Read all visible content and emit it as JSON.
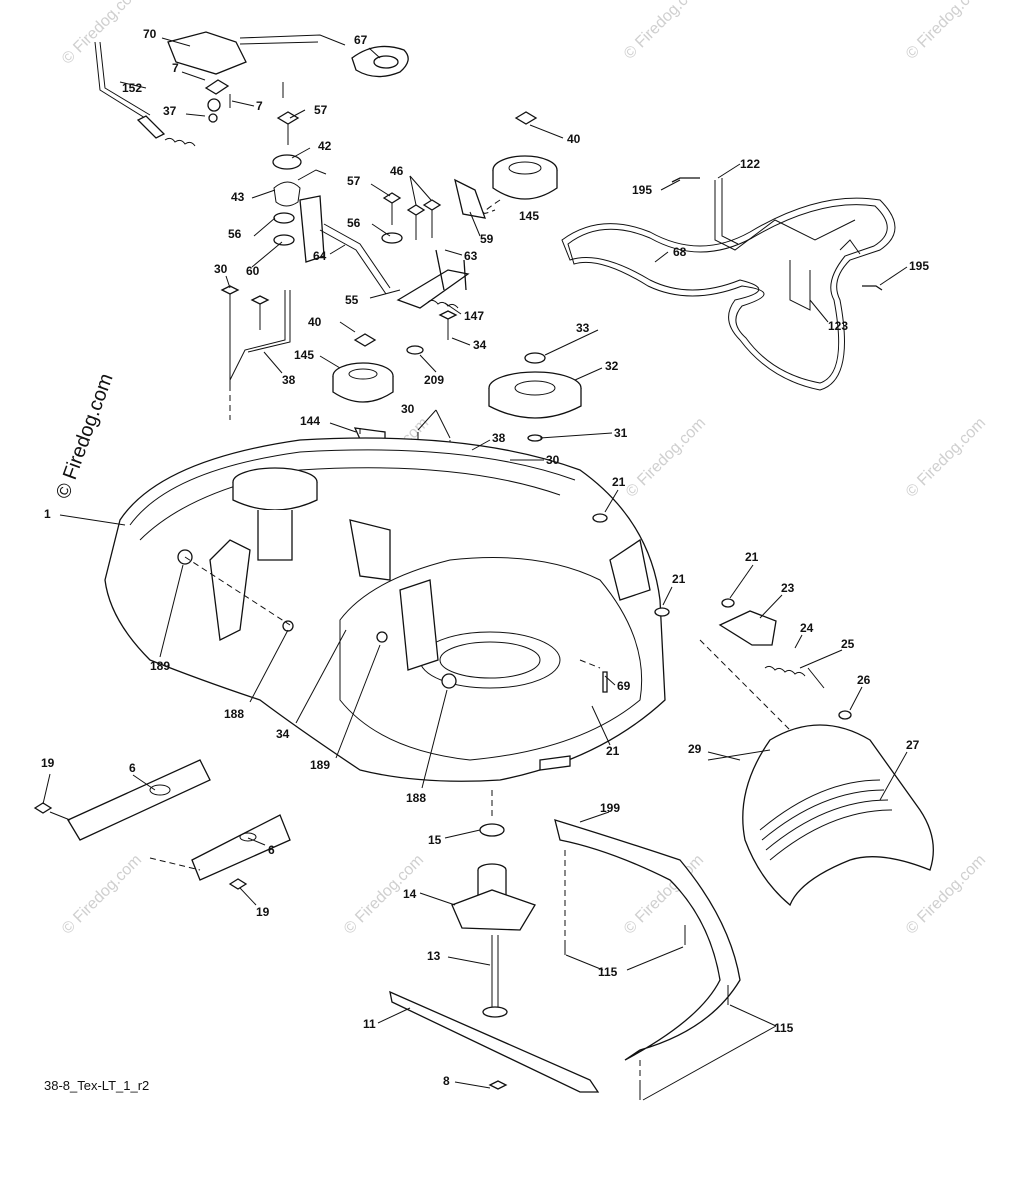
{
  "watermark": {
    "main": "© Firedog.com",
    "faint": "© Firedog.com"
  },
  "diagram_code": "38-8_Tex-LT_1_r2",
  "part_labels": [
    "70",
    "67",
    "7",
    "7",
    "152",
    "37",
    "57",
    "42",
    "43",
    "56",
    "60",
    "40",
    "145",
    "46",
    "57",
    "56",
    "64",
    "59",
    "63",
    "55",
    "147",
    "122",
    "195",
    "195",
    "68",
    "123",
    "30",
    "40",
    "34",
    "33",
    "32",
    "209",
    "38",
    "145",
    "31",
    "144",
    "30",
    "38",
    "30",
    "1",
    "21",
    "21",
    "21",
    "23",
    "24",
    "25",
    "26",
    "27",
    "29",
    "189",
    "188",
    "34",
    "189",
    "188",
    "69",
    "21",
    "19",
    "6",
    "6",
    "19",
    "15",
    "14",
    "199",
    "115",
    "13",
    "115",
    "11",
    "8"
  ]
}
